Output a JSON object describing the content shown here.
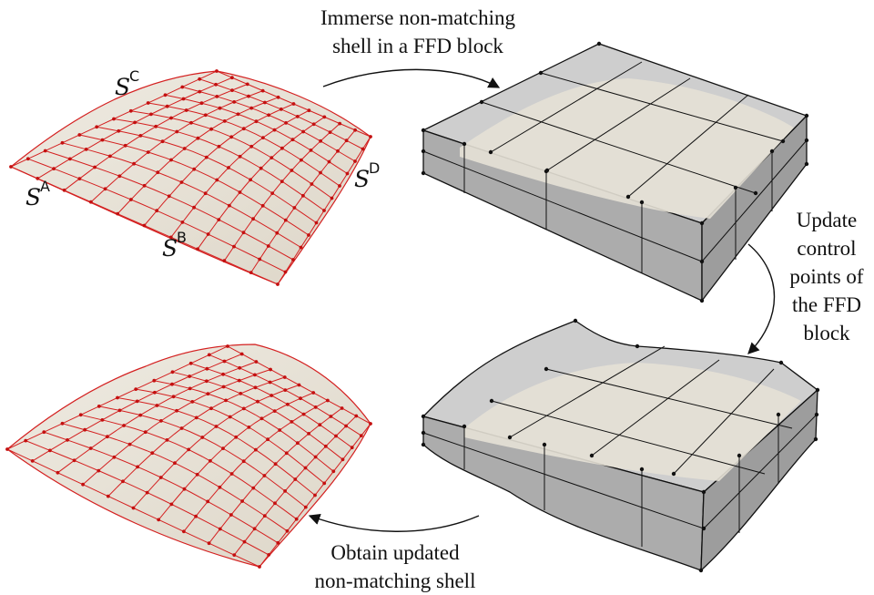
{
  "captions": {
    "top_line1": "Immerse non-matching",
    "top_line2": "shell in a FFD block",
    "right_line1": "Update",
    "right_line2": "control",
    "right_line3": "points of",
    "right_line4": "the FFD",
    "right_line5": "block",
    "bottom_line1": "Obtain updated",
    "bottom_line2": "non-matching shell"
  },
  "patch_labels": {
    "a": {
      "base": "S",
      "sup": "A"
    },
    "b": {
      "base": "S",
      "sup": "B"
    },
    "c": {
      "base": "S",
      "sup": "C"
    },
    "d": {
      "base": "S",
      "sup": "D"
    }
  },
  "colors": {
    "shell_surface": "#e9e4d9",
    "shell_mesh": "#d42020",
    "ffd_fill": "#b8b8b8",
    "ffd_edge": "#111111"
  }
}
